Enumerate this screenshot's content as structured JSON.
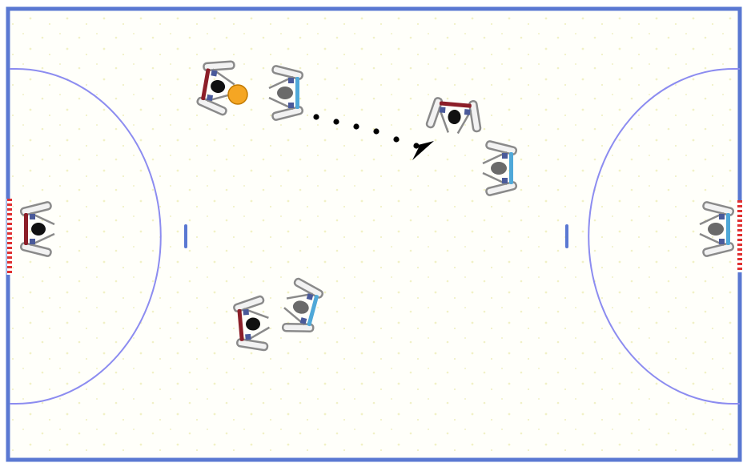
{
  "court": {
    "colors": {
      "floor": "#fffffa",
      "floor_speckle": "#f4f4c8",
      "boundary": "#5a78d2",
      "court_lines": "#8c8cf0",
      "goal_net": "#e03030",
      "chair_frame": "#9a9a9a",
      "chair_seat": "#f2f2f2",
      "team_a_backrest": "#8c1e28",
      "team_b_backrest": "#4fa8d8",
      "team_a_head": "#111111",
      "team_b_head": "#6a6a6a",
      "ball": "#f5a623",
      "pass_path": "#000000"
    },
    "icons": {
      "player": "wheelchair-player-icon",
      "ball": "ball-icon",
      "arrow": "arrow-head-icon"
    },
    "team_a_players": [
      {
        "id": "a1",
        "role": "ball-carrier",
        "has_ball": true
      },
      {
        "id": "a2",
        "role": "receiver",
        "has_ball": false
      },
      {
        "id": "a3",
        "role": "court-player",
        "has_ball": false
      },
      {
        "id": "a4",
        "role": "goalkeeper",
        "has_ball": false
      }
    ],
    "team_b_players": [
      {
        "id": "b1",
        "role": "defender"
      },
      {
        "id": "b2",
        "role": "defender"
      },
      {
        "id": "b3",
        "role": "defender"
      },
      {
        "id": "b4",
        "role": "goalkeeper"
      }
    ],
    "pass": {
      "from": "a1",
      "to": "a2",
      "style": "dotted",
      "dots": 7
    }
  }
}
